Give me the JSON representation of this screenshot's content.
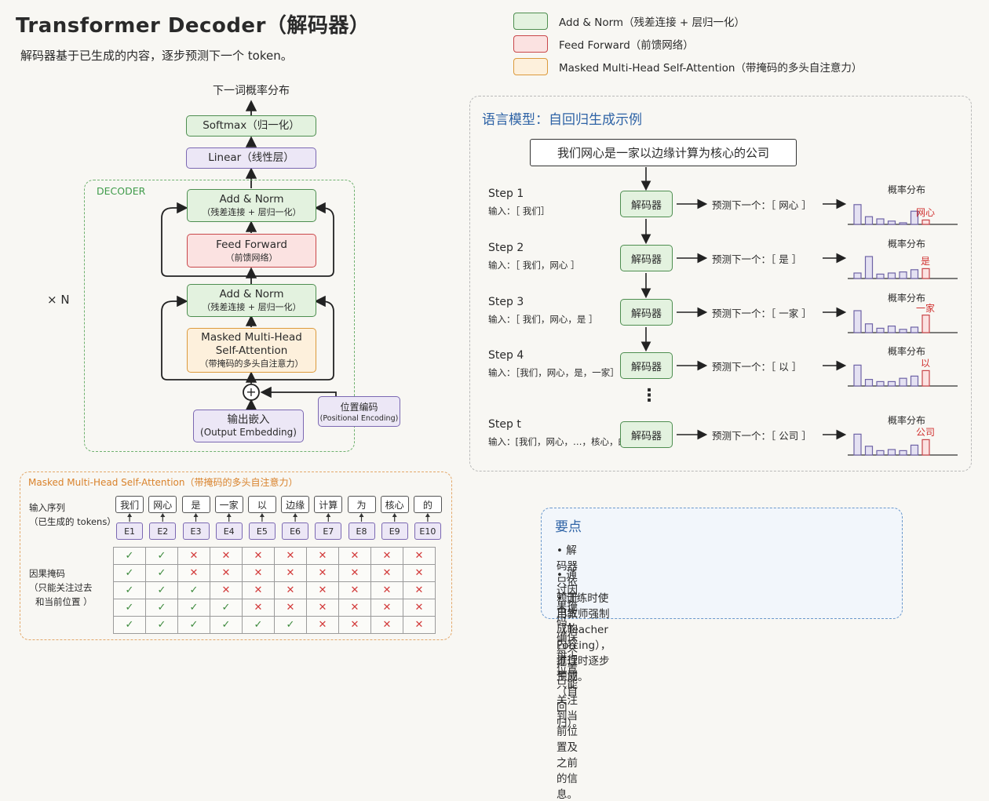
{
  "header": {
    "title": "Transformer Decoder（解码器）",
    "subtitle": "解码器基于已生成的内容，逐步预测下一个 token。"
  },
  "legend": [
    {
      "label": "Add & Norm（残差连接 + 层归一化）",
      "color": "#4e8e50"
    },
    {
      "label": "Feed Forward（前馈网络）",
      "color": "#c9474a"
    },
    {
      "label": "Masked Multi-Head Self-Attention（带掩码的多头自注意力）",
      "color": "#dc9a3c"
    }
  ],
  "architecture": {
    "output_label": "下一词概率分布",
    "softmax": "Softmax（归一化）",
    "linear": "Linear（线性层）",
    "decoder_label": "DECODER",
    "repeat_label": "× N",
    "add_norm_top": {
      "line1": "Add & Norm",
      "line2": "（残差连接 + 层归一化）"
    },
    "feed_forward": {
      "line1": "Feed Forward",
      "line2": "（前馈网络）"
    },
    "add_norm_bottom": {
      "line1": "Add & Norm",
      "line2": "（残差连接 + 层归一化）"
    },
    "masked_attention": {
      "line1": "Masked Multi-Head",
      "line2": "Self-Attention",
      "line3": "（带掩码的多头自注意力）"
    },
    "plus": "+",
    "output_embedding": {
      "line1": "输出嵌入",
      "line2": "(Output Embedding)"
    },
    "positional_encoding": {
      "line1": "位置编码",
      "line2": "(Positional Encoding)"
    }
  },
  "mask_panel": {
    "title": "Masked Multi-Head Self-Attention（带掩码的多头自注意力）",
    "input_label_1": "输入序列",
    "input_label_2": "（已生成的 tokens）",
    "mask_label_1": "因果掩码",
    "mask_label_2": "（只能关注过去",
    "mask_label_3": "和当前位置 ）",
    "tokens": [
      "我们",
      "网心",
      "是",
      "一家",
      "以",
      "边缘",
      "计算",
      "为",
      "核心",
      "的"
    ],
    "embeddings": [
      "E1",
      "E2",
      "E3",
      "E4",
      "E5",
      "E6",
      "E7",
      "E8",
      "E9",
      "E10"
    ],
    "rows": [
      [
        "✓",
        "✓",
        "✕",
        "✕",
        "✕",
        "✕",
        "✕",
        "✕",
        "✕",
        "✕"
      ],
      [
        "✓",
        "✓",
        "✕",
        "✕",
        "✕",
        "✕",
        "✕",
        "✕",
        "✕",
        "✕"
      ],
      [
        "✓",
        "✓",
        "✓",
        "✕",
        "✕",
        "✕",
        "✕",
        "✕",
        "✕",
        "✕"
      ],
      [
        "✓",
        "✓",
        "✓",
        "✓",
        "✕",
        "✕",
        "✕",
        "✕",
        "✕",
        "✕"
      ],
      [
        "✓",
        "✓",
        "✓",
        "✓",
        "✓",
        "✓",
        "✕",
        "✕",
        "✕",
        "✕"
      ]
    ]
  },
  "lm_panel": {
    "title": "语言模型：自回归生成示例",
    "sentence": "我们网心是一家以边缘计算为核心的公司",
    "decoder_label": "解码器",
    "dist_title": "概率分布",
    "ellipsis": "⋮",
    "steps": [
      {
        "title": "Step 1",
        "input": "输入：［ 我们］",
        "prediction": "预测下一个：［ 网心 ］",
        "word": "网心",
        "bars": [
          0.9,
          0.35,
          0.25,
          0.15,
          0.05,
          0.6,
          0.2
        ]
      },
      {
        "title": "Step 2",
        "input": "输入：［ 我们，网心 ］",
        "prediction": "预测下一个：［ 是 ］",
        "word": "是",
        "bars": [
          0.25,
          1.0,
          0.2,
          0.25,
          0.3,
          0.4,
          0.45
        ]
      },
      {
        "title": "Step 3",
        "input": "输入：［ 我们，网心，是 ］",
        "prediction": "预测下一个：［ 一家 ］",
        "word": "一家",
        "bars": [
          1.0,
          0.4,
          0.2,
          0.3,
          0.15,
          0.25,
          0.8
        ]
      },
      {
        "title": "Step 4",
        "input": "输入：［我们，网心，是，一家］",
        "prediction": "预测下一个：［ 以 ］",
        "word": "以",
        "bars": [
          0.95,
          0.3,
          0.2,
          0.2,
          0.35,
          0.45,
          0.7
        ]
      },
      {
        "title": "Step t",
        "input": "输入：[我们，网心，…，核心，的]",
        "prediction": "预测下一个：［ 公司 ］",
        "word": "公司",
        "bars": [
          0.95,
          0.4,
          0.2,
          0.25,
          0.2,
          0.45,
          0.7
        ]
      }
    ]
  },
  "key_points": {
    "title": "要点",
    "items": [
      "• 解码器只依赖于已生成的内容进行预测（自回归）。",
      "• 通过因果掩码，确保每个位置只能关注到当前位置及之前的信息。",
      "• 训练时使用教师强制（Teacher Forcing），推理时逐步生成。"
    ]
  },
  "colors": {
    "green": "#4e8e50",
    "red": "#c9474a",
    "orange": "#dc9a3c",
    "purple": "#7b68b2",
    "blue_panel": "#6a98cc",
    "prediction_red": "#d0302f"
  }
}
